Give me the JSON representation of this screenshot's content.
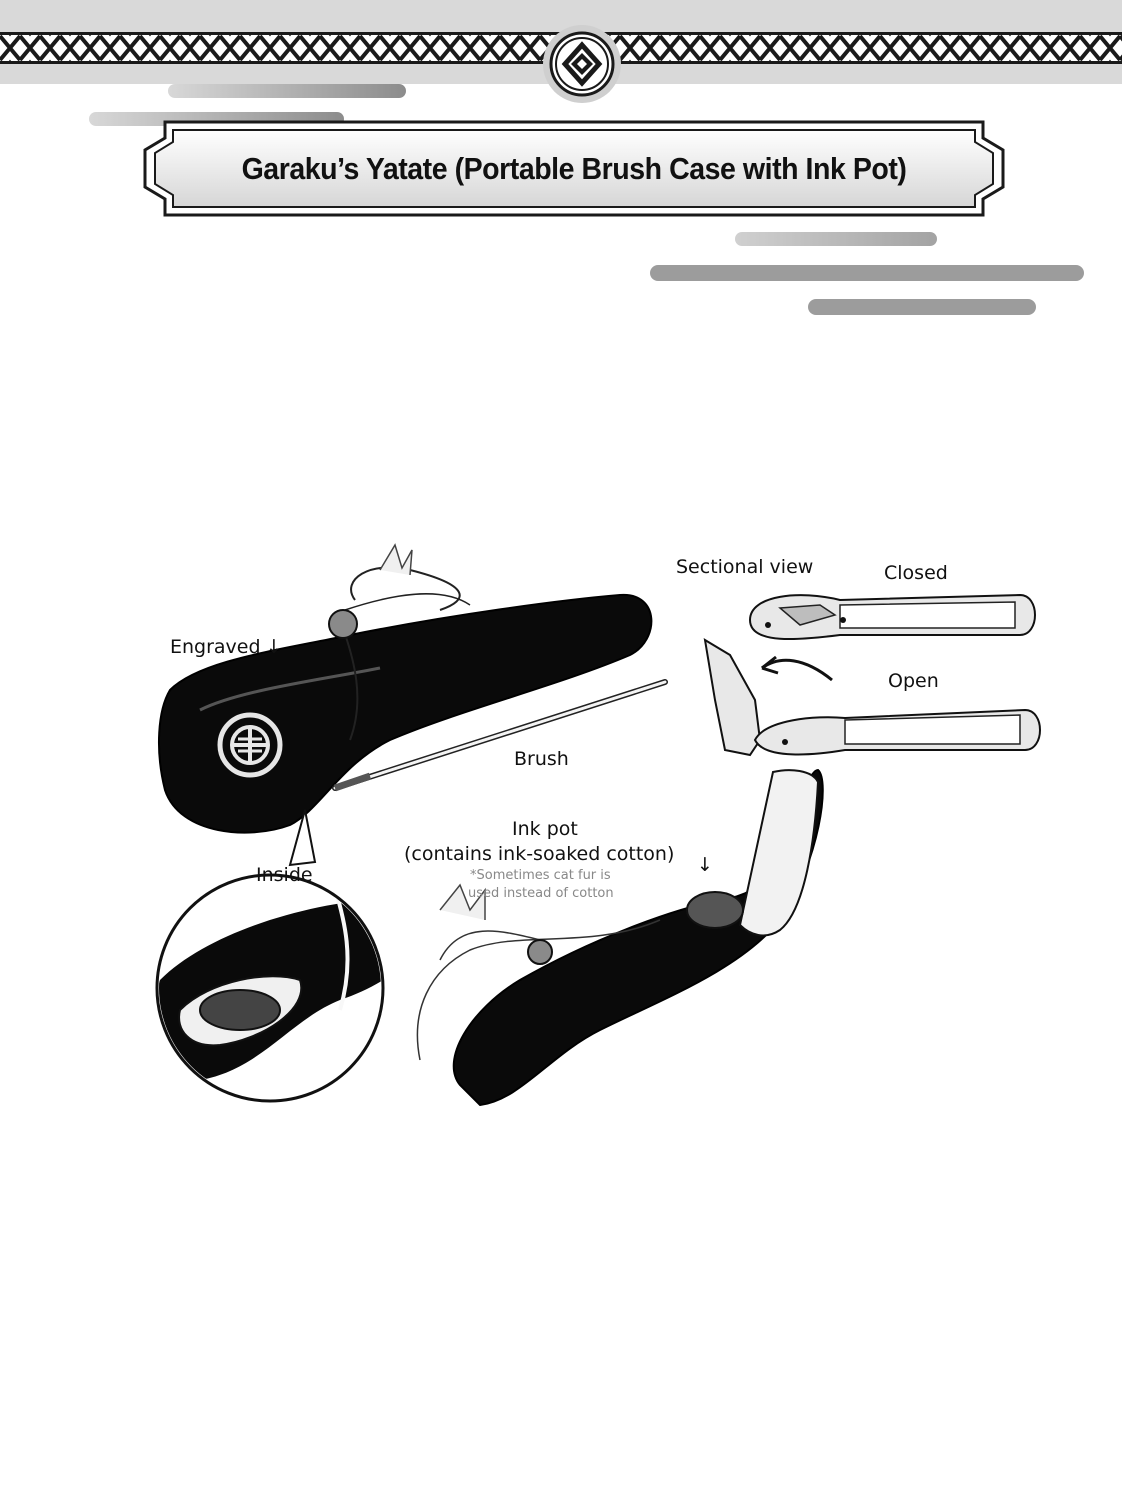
{
  "title": "Garaku’s Yatate (Portable Brush Case with Ink Pot)",
  "labels": {
    "sectional_view": "Sectional view",
    "closed": "Closed",
    "open": "Open",
    "engraved": "Engraved",
    "engraved_arrow": "↓",
    "brush": "Brush",
    "ink_pot": "Ink pot",
    "ink_pot_contents": "(contains ink-soaked cotton)",
    "ink_pot_arrow": "↓",
    "inside": "Inside",
    "note_line1": "*Sometimes cat fur is",
    "note_line2": "used instead of cotton"
  },
  "colors": {
    "band": "#d9d9d9",
    "ink_black": "#0a0a0a",
    "cloud_grey": "#9e9e9e",
    "bead": "#8a8a8a"
  }
}
